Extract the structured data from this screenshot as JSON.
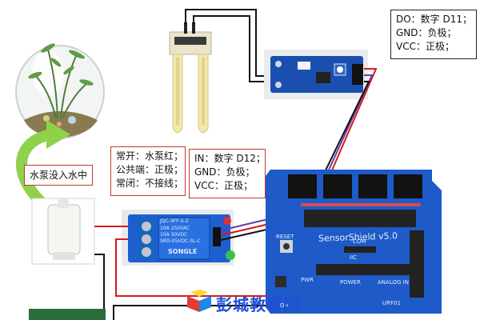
{
  "labels": {
    "sensor_module": [
      "DO：数字 D11；",
      "GND：负极；",
      "VCC：正极；"
    ],
    "relay_pins": [
      "IN：数字 D12；",
      "GND：负极；",
      "VCC：正极；"
    ],
    "relay_contacts": [
      "常开：水泵红；",
      "公共端：正极；",
      "常闭：不接线；"
    ],
    "pump_note": "水泵没入水中"
  },
  "board": {
    "name": "SensorShield v5.0",
    "tags": [
      "RESET",
      "PWR",
      "POWER",
      "ANALOG IN",
      "URF01",
      "IIC",
      "COM",
      "ON"
    ]
  },
  "relay": {
    "model": "JQC-3FF-S-Z",
    "text": [
      "10A 250VAC",
      "10A 30VDC",
      "SRD-05VDC-SL-C"
    ],
    "brand": "SONGLE"
  },
  "watermark": "彭城教育网",
  "colors": {
    "board_blue": "#1e5ac8",
    "module_blue": "#1a4fb0",
    "relay_blue": "#1d5fd0",
    "arrow_green": "#8dd24a",
    "wire_red": "#d61a1a",
    "wire_black": "#111111",
    "wire_purple": "#6a3aa8"
  }
}
